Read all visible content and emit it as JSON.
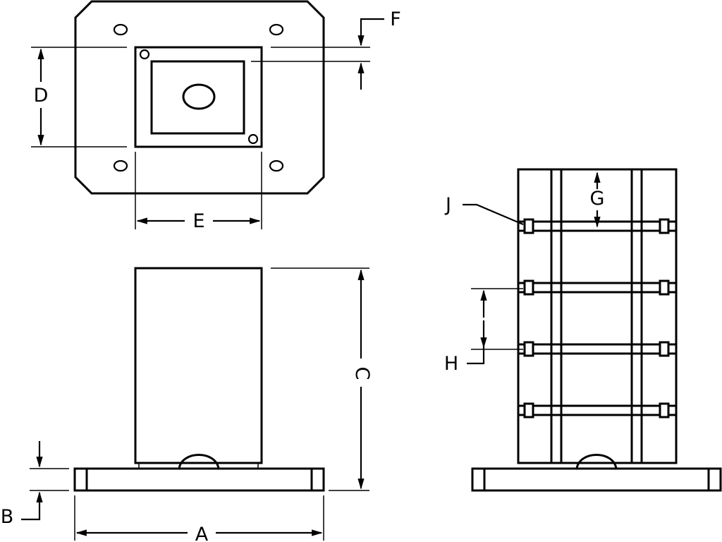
{
  "labels": {
    "a": "A",
    "b": "B",
    "c": "C",
    "d": "D",
    "e": "E",
    "f": "F",
    "g": "G",
    "h": "H",
    "j": "J"
  },
  "colors": {
    "line": "#000000",
    "background": "#ffffff"
  }
}
